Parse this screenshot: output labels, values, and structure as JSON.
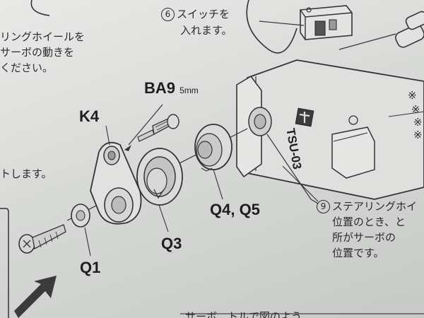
{
  "left_text": {
    "line1": "リングホイールを",
    "line2": "サーボの動きを",
    "line3": "ください。",
    "line4": "トします。"
  },
  "step6": {
    "number": "6",
    "line1": "スイッチを",
    "line2": "入れます。"
  },
  "step9": {
    "number": "9",
    "line1": "ステアリングホイ",
    "line2": "位置のとき、と",
    "line3": "所がサーボの",
    "line4": "位置です。"
  },
  "servo_label": "TSU-03",
  "parts": {
    "ba9": "BA9",
    "ba9_size": "5mm",
    "k4": "K4",
    "q1": "Q1",
    "q3": "Q3",
    "q45": "Q4, Q5"
  },
  "right_marks": [
    "※",
    "※",
    "※",
    "※"
  ],
  "bottom_text": "サーボ…トルで図のよう"
}
